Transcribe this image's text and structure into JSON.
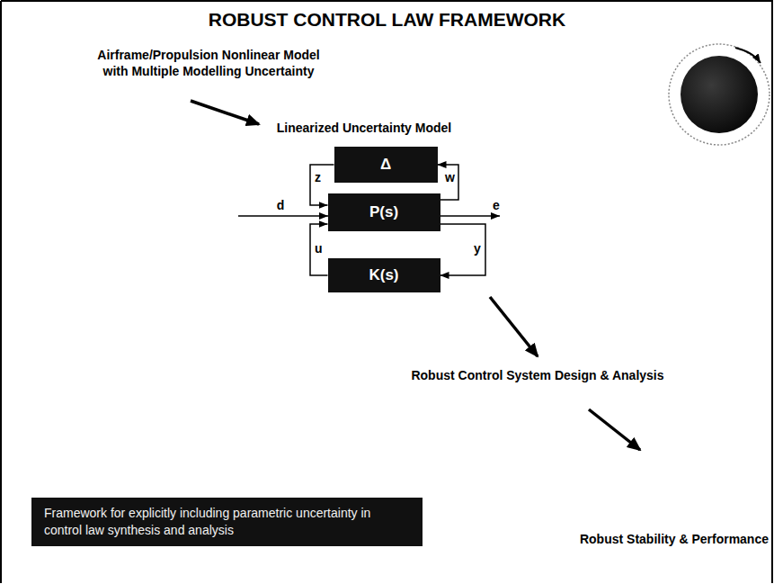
{
  "diagram": {
    "title": "ROBUST CONTROL LAW FRAMEWORK",
    "nodes": [
      {
        "text": [
          "Δ"
        ]
      },
      {
        "text": [
          "P(s)"
        ]
      },
      {
        "text": [
          "K(s)"
        ]
      },
      {
        "text": [
          "Framework for explicitly including parametric uncertainty in control law synthesis and analysis"
        ]
      }
    ],
    "edges": [
      {
        "from": 0,
        "to": 1,
        "label": "z",
        "arrow": "to"
      },
      {
        "from": 1,
        "to": 0,
        "label": "w",
        "arrow": "to"
      },
      {
        "from": 2,
        "to": 1,
        "label": "u",
        "arrow": "to"
      },
      {
        "from": 1,
        "to": 2,
        "label": "y",
        "arrow": "to"
      }
    ],
    "labels": [
      "Airframe/Propulsion Nonlinear Model with Multiple Modelling Uncertainty",
      "Linearized Uncertainty Model",
      "d",
      "e",
      "Robust Control System Design & Analysis",
      "Robust Stability & Performance"
    ]
  }
}
